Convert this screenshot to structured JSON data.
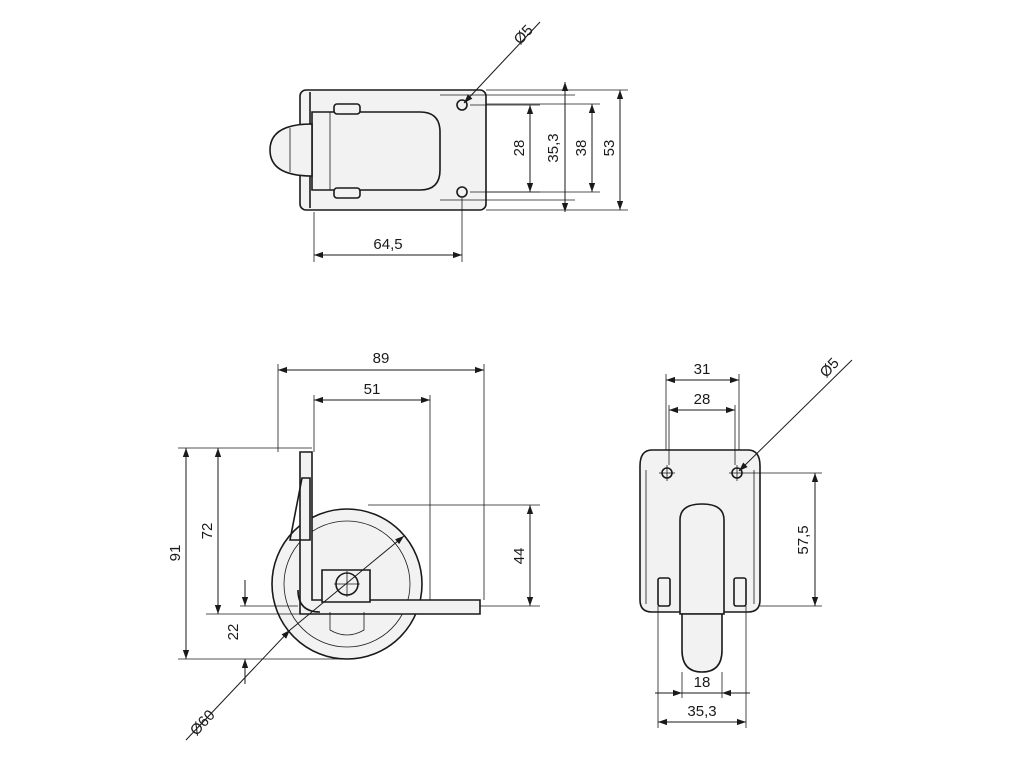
{
  "dimensions": {
    "top_view": {
      "hole_diameter": "Ø5",
      "hole_spacing": "28",
      "inner_width": "35,3",
      "plate_inner": "38",
      "plate_width": "53",
      "axle_offset": "64,5"
    },
    "side_view": {
      "overall_length": "89",
      "plate_length": "51",
      "overall_height": "91",
      "plate_height": "72",
      "axle_height": "44",
      "wheel_offset": "22",
      "wheel_diameter": "Ø60"
    },
    "front_view": {
      "plate_outer": "31",
      "hole_spacing": "28",
      "hole_diameter": "Ø5",
      "hole_height": "57,5",
      "tread_width": "18",
      "fork_width": "35,3"
    }
  }
}
